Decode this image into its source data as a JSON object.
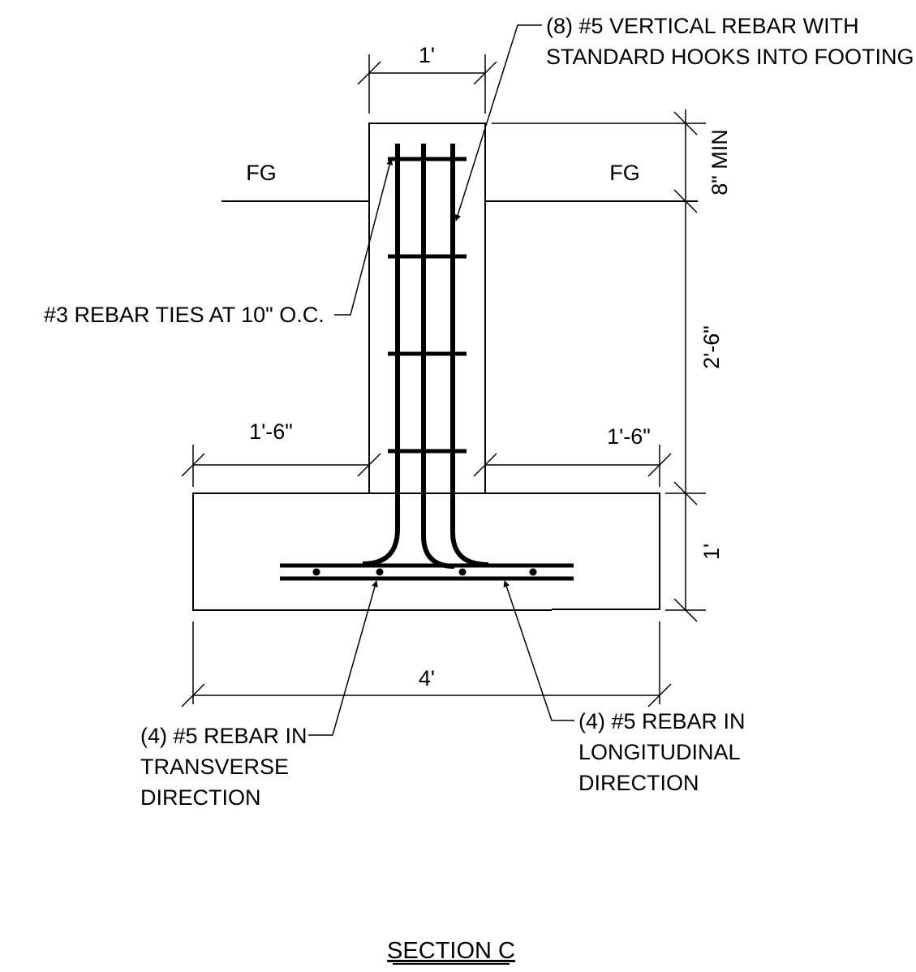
{
  "title": "SECTION C",
  "dimensions": {
    "stem_width": "1'",
    "stem_cover": "8\" MIN",
    "stem_height": "2'-6\"",
    "footing_thickness": "1'",
    "left_projection": "1'-6\"",
    "right_projection": "1'-6\"",
    "footing_width": "4'"
  },
  "grade_labels": {
    "left": "FG",
    "right": "FG"
  },
  "callouts": {
    "vertical_rebar": [
      "(8) #5 VERTICAL REBAR WITH",
      "STANDARD HOOKS INTO FOOTING"
    ],
    "ties": [
      "#3 REBAR TIES AT 10\" O.C."
    ],
    "transverse": [
      "(4) #5 REBAR IN",
      "TRANSVERSE",
      "DIRECTION"
    ],
    "longitudinal": [
      "(4) #5 REBAR IN",
      "LONGITUDINAL",
      "DIRECTION"
    ]
  }
}
